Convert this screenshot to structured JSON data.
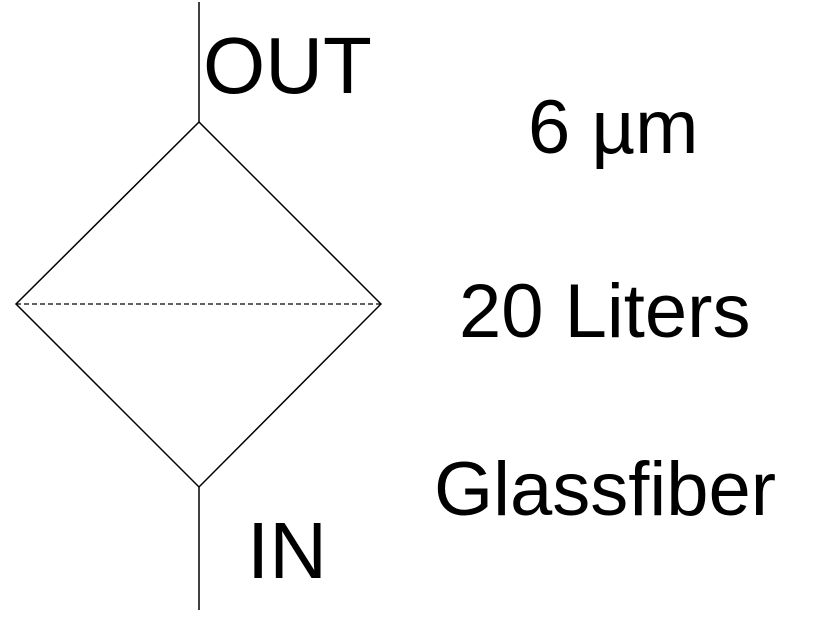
{
  "ports": {
    "outlet": "OUT",
    "inlet": "IN"
  },
  "specs": {
    "pore_size": "6 µm",
    "volume": "20 Liters",
    "media": "Glassfiber"
  },
  "colors": {
    "stroke": "#000000",
    "text": "#000000",
    "background": "#ffffff"
  }
}
